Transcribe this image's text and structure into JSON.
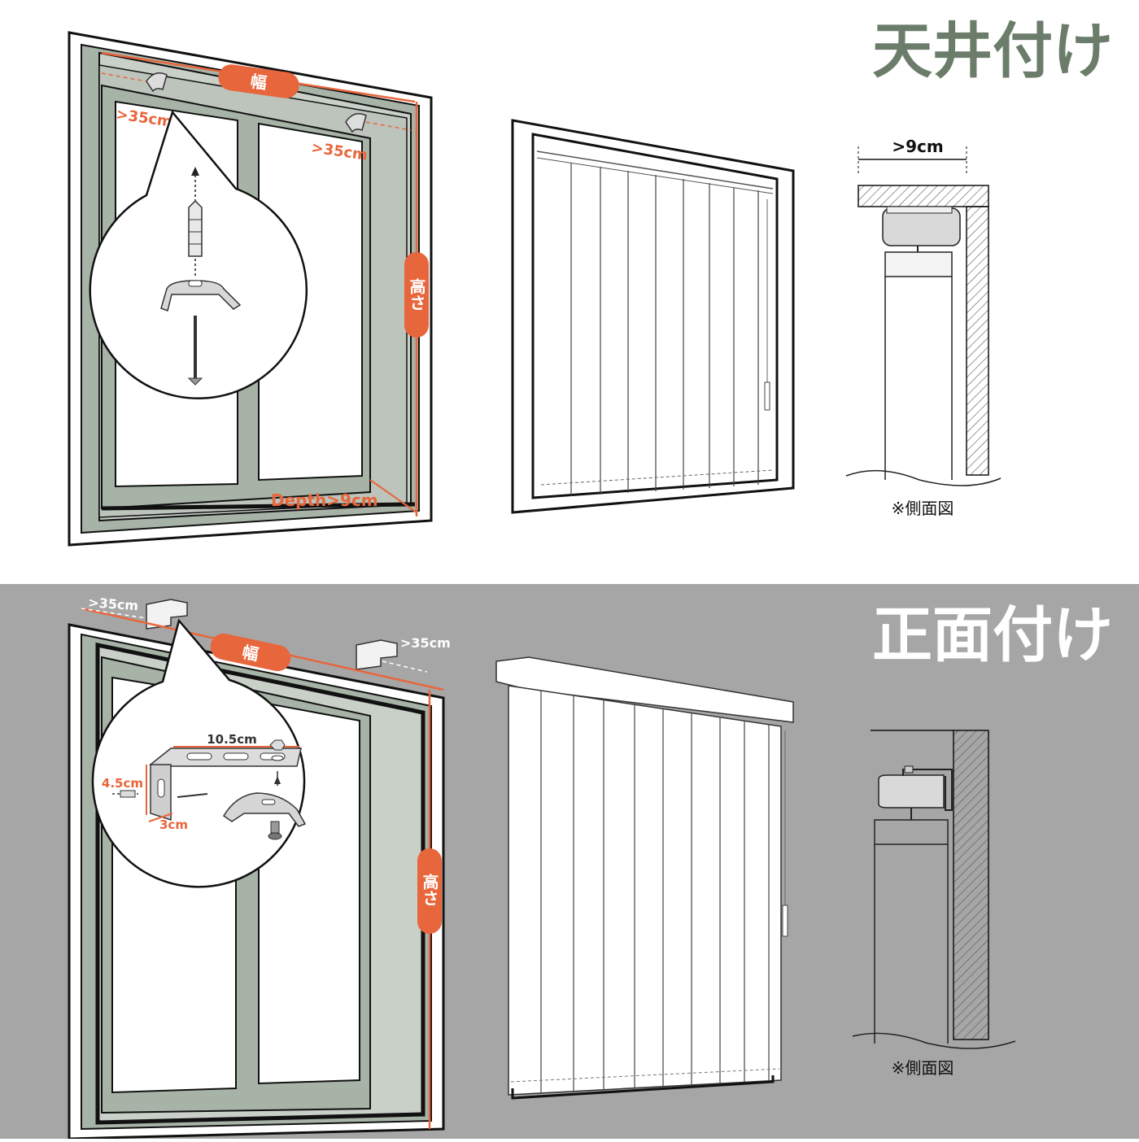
{
  "colors": {
    "accent": "#e8663c",
    "top_title": "#6b7d6a",
    "bottom_title": "#ffffff",
    "frame_fill": "#a7b3a7",
    "bottom_bg": "#a6a6a6"
  },
  "ceiling_mount": {
    "title": "天井付け",
    "width_label": "幅",
    "height_label": "高さ",
    "clearance_left": ">35cm",
    "clearance_right": ">35cm",
    "depth_label": "Depth>9cm",
    "side_depth_label": ">9cm",
    "side_caption": "※側面図"
  },
  "front_mount": {
    "title": "正面付け",
    "width_label": "幅",
    "height_label": "高さ",
    "clearance_left": ">35cm",
    "clearance_right": ">35cm",
    "bracket_length": "10.5cm",
    "bracket_height": "4.5cm",
    "bracket_depth": "3cm",
    "side_caption": "※側面図"
  }
}
